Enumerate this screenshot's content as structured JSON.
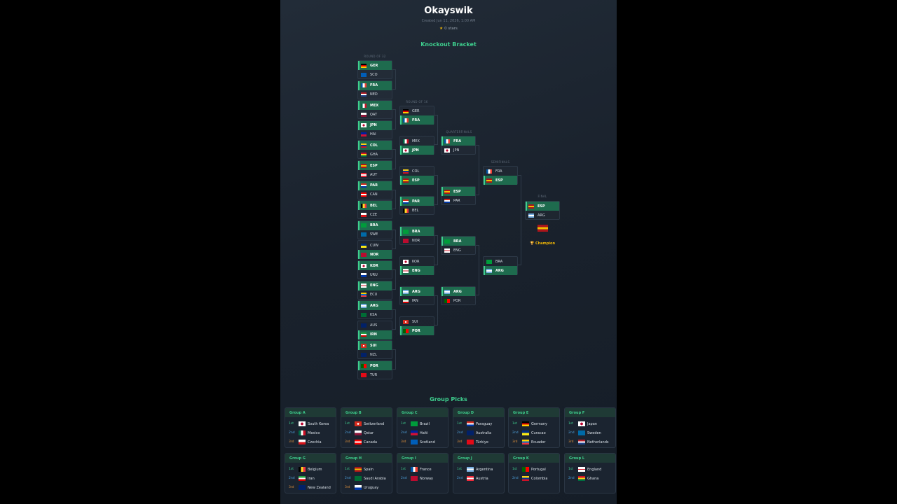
{
  "header": {
    "title": "Okayswik",
    "created": "Created Jun 11, 2026, 1:00 AM",
    "stars": "0 stars"
  },
  "sections": {
    "bracket_title": "Knockout Bracket",
    "groups_title": "Group Picks"
  },
  "rounds": {
    "r32": "ROUND OF 32",
    "r16": "ROUND OF 16",
    "qf": "QUARTERFINALS",
    "sf": "SEMIFINALS",
    "final": "FINAL"
  },
  "flags": {
    "GER": [
      "#000",
      "#dd0000",
      "#ffce00"
    ],
    "SCO": [
      "#005eb8"
    ],
    "FRA": [
      "#0055a4",
      "#fff",
      "#ef4135"
    ],
    "NED": [
      "#ae1c28",
      "#fff",
      "#21468b"
    ],
    "MEX": [
      "#006847",
      "#fff",
      "#ce1126"
    ],
    "QAT": [
      "#fff",
      "#8a1538"
    ],
    "JPN": [
      "#fff"
    ],
    "HAI": [
      "#00209f",
      "#d21034"
    ],
    "COL": [
      "#fcd116",
      "#003893",
      "#ce1126"
    ],
    "GHA": [
      "#ce1126",
      "#fcd116",
      "#006b3f"
    ],
    "ESP": [
      "#aa151b",
      "#f1bf00",
      "#aa151b"
    ],
    "AUT": [
      "#ed2939",
      "#fff",
      "#ed2939"
    ],
    "PAR": [
      "#d52b1e",
      "#fff",
      "#0038a8"
    ],
    "CAN": [
      "#ff0000",
      "#fff",
      "#ff0000"
    ],
    "BEL": [
      "#000",
      "#fdda24",
      "#ef3340"
    ],
    "CZE": [
      "#fff",
      "#d7141a"
    ],
    "BRA": [
      "#009c3b"
    ],
    "SWE": [
      "#006aa7"
    ],
    "CUW": [
      "#002b7f",
      "#f9e814"
    ],
    "NOR": [
      "#ba0c2f"
    ],
    "KOR": [
      "#fff"
    ],
    "URU": [
      "#fff",
      "#0038a8"
    ],
    "ENG": [
      "#fff"
    ],
    "ECU": [
      "#ffd100",
      "#0072ce",
      "#ef3340"
    ],
    "ARG": [
      "#74acdf",
      "#fff",
      "#74acdf"
    ],
    "KSA": [
      "#006c35"
    ],
    "AUS": [
      "#012169"
    ],
    "IRN": [
      "#239f40",
      "#fff",
      "#da0000"
    ],
    "SUI": [
      "#d52b1e"
    ],
    "NZL": [
      "#012169"
    ],
    "POR": [
      "#006600",
      "#ff0000"
    ],
    "TUR": [
      "#e30a17"
    ]
  },
  "r32": [
    [
      {
        "code": "GER",
        "win": true
      },
      {
        "code": "SCO",
        "win": false
      }
    ],
    [
      {
        "code": "FRA",
        "win": true
      },
      {
        "code": "NED",
        "win": false
      }
    ],
    [
      {
        "code": "MEX",
        "win": true
      },
      {
        "code": "QAT",
        "win": false
      }
    ],
    [
      {
        "code": "JPN",
        "win": true
      },
      {
        "code": "HAI",
        "win": false
      }
    ],
    [
      {
        "code": "COL",
        "win": true
      },
      {
        "code": "GHA",
        "win": false
      }
    ],
    [
      {
        "code": "ESP",
        "win": true
      },
      {
        "code": "AUT",
        "win": false
      }
    ],
    [
      {
        "code": "PAR",
        "win": true
      },
      {
        "code": "CAN",
        "win": false
      }
    ],
    [
      {
        "code": "BEL",
        "win": true
      },
      {
        "code": "CZE",
        "win": false
      }
    ],
    [
      {
        "code": "BRA",
        "win": true
      },
      {
        "code": "SWE",
        "win": false
      }
    ],
    [
      {
        "code": "CUW",
        "win": false
      },
      {
        "code": "NOR",
        "win": true
      }
    ],
    [
      {
        "code": "KOR",
        "win": true
      },
      {
        "code": "URU",
        "win": false
      }
    ],
    [
      {
        "code": "ENG",
        "win": true
      },
      {
        "code": "ECU",
        "win": false
      }
    ],
    [
      {
        "code": "ARG",
        "win": true
      },
      {
        "code": "KSA",
        "win": false
      }
    ],
    [
      {
        "code": "AUS",
        "win": false
      },
      {
        "code": "IRN",
        "win": true
      }
    ],
    [
      {
        "code": "SUI",
        "win": true
      },
      {
        "code": "NZL",
        "win": false
      }
    ],
    [
      {
        "code": "POR",
        "win": true
      },
      {
        "code": "TUR",
        "win": false
      }
    ]
  ],
  "r16": [
    [
      {
        "code": "GER",
        "win": false
      },
      {
        "code": "FRA",
        "win": true
      }
    ],
    [
      {
        "code": "MEX",
        "win": false
      },
      {
        "code": "JPN",
        "win": true
      }
    ],
    [
      {
        "code": "COL",
        "win": false
      },
      {
        "code": "ESP",
        "win": true
      }
    ],
    [
      {
        "code": "PAR",
        "win": true
      },
      {
        "code": "BEL",
        "win": false
      }
    ],
    [
      {
        "code": "BRA",
        "win": true
      },
      {
        "code": "NOR",
        "win": false
      }
    ],
    [
      {
        "code": "KOR",
        "win": false
      },
      {
        "code": "ENG",
        "win": true
      }
    ],
    [
      {
        "code": "ARG",
        "win": true
      },
      {
        "code": "IRN",
        "win": false
      }
    ],
    [
      {
        "code": "SUI",
        "win": false
      },
      {
        "code": "POR",
        "win": true
      }
    ]
  ],
  "qf": [
    [
      {
        "code": "FRA",
        "win": true
      },
      {
        "code": "JPN",
        "win": false
      }
    ],
    [
      {
        "code": "ESP",
        "win": true
      },
      {
        "code": "PAR",
        "win": false
      }
    ],
    [
      {
        "code": "BRA",
        "win": true
      },
      {
        "code": "ENG",
        "win": false
      }
    ],
    [
      {
        "code": "ARG",
        "win": true
      },
      {
        "code": "POR",
        "win": false
      }
    ]
  ],
  "sf": [
    [
      {
        "code": "FRA",
        "win": false
      },
      {
        "code": "ESP",
        "win": true
      }
    ],
    [
      {
        "code": "BRA",
        "win": false
      },
      {
        "code": "ARG",
        "win": true
      }
    ]
  ],
  "final": [
    [
      {
        "code": "ESP",
        "win": true
      },
      {
        "code": "ARG",
        "win": false
      }
    ]
  ],
  "champion": {
    "code": "ESP",
    "label": "Champion",
    "icon": "trophy-icon"
  },
  "groups": [
    {
      "name": "Group A",
      "picks": [
        {
          "pos": "1st",
          "team": "South Korea",
          "code": "KOR"
        },
        {
          "pos": "2nd",
          "team": "Mexico",
          "code": "MEX"
        },
        {
          "pos": "3rd",
          "team": "Czechia",
          "code": "CZE"
        }
      ]
    },
    {
      "name": "Group B",
      "picks": [
        {
          "pos": "1st",
          "team": "Switzerland",
          "code": "SUI"
        },
        {
          "pos": "2nd",
          "team": "Qatar",
          "code": "QAT"
        },
        {
          "pos": "3rd",
          "team": "Canada",
          "code": "CAN"
        }
      ]
    },
    {
      "name": "Group C",
      "picks": [
        {
          "pos": "1st",
          "team": "Brazil",
          "code": "BRA"
        },
        {
          "pos": "2nd",
          "team": "Haiti",
          "code": "HAI"
        },
        {
          "pos": "3rd",
          "team": "Scotland",
          "code": "SCO"
        }
      ]
    },
    {
      "name": "Group D",
      "picks": [
        {
          "pos": "1st",
          "team": "Paraguay",
          "code": "PAR"
        },
        {
          "pos": "2nd",
          "team": "Australia",
          "code": "AUS"
        },
        {
          "pos": "3rd",
          "team": "Türkiye",
          "code": "TUR"
        }
      ]
    },
    {
      "name": "Group E",
      "picks": [
        {
          "pos": "1st",
          "team": "Germany",
          "code": "GER"
        },
        {
          "pos": "2nd",
          "team": "Curacao",
          "code": "CUW"
        },
        {
          "pos": "3rd",
          "team": "Ecuador",
          "code": "ECU"
        }
      ]
    },
    {
      "name": "Group F",
      "picks": [
        {
          "pos": "1st",
          "team": "Japan",
          "code": "JPN"
        },
        {
          "pos": "2nd",
          "team": "Sweden",
          "code": "SWE"
        },
        {
          "pos": "3rd",
          "team": "Netherlands",
          "code": "NED"
        }
      ]
    },
    {
      "name": "Group G",
      "picks": [
        {
          "pos": "1st",
          "team": "Belgium",
          "code": "BEL"
        },
        {
          "pos": "2nd",
          "team": "Iran",
          "code": "IRN"
        },
        {
          "pos": "3rd",
          "team": "New Zealand",
          "code": "NZL"
        }
      ]
    },
    {
      "name": "Group H",
      "picks": [
        {
          "pos": "1st",
          "team": "Spain",
          "code": "ESP"
        },
        {
          "pos": "2nd",
          "team": "Saudi Arabia",
          "code": "KSA"
        },
        {
          "pos": "3rd",
          "team": "Uruguay",
          "code": "URU"
        }
      ]
    },
    {
      "name": "Group I",
      "picks": [
        {
          "pos": "1st",
          "team": "France",
          "code": "FRA"
        },
        {
          "pos": "2nd",
          "team": "Norway",
          "code": "NOR"
        }
      ]
    },
    {
      "name": "Group J",
      "picks": [
        {
          "pos": "1st",
          "team": "Argentina",
          "code": "ARG"
        },
        {
          "pos": "2nd",
          "team": "Austria",
          "code": "AUT"
        }
      ]
    },
    {
      "name": "Group K",
      "picks": [
        {
          "pos": "1st",
          "team": "Portugal",
          "code": "POR"
        },
        {
          "pos": "2nd",
          "team": "Colombia",
          "code": "COL"
        }
      ]
    },
    {
      "name": "Group L",
      "picks": [
        {
          "pos": "1st",
          "team": "England",
          "code": "ENG"
        },
        {
          "pos": "2nd",
          "team": "Ghana",
          "code": "GHA"
        }
      ]
    }
  ]
}
